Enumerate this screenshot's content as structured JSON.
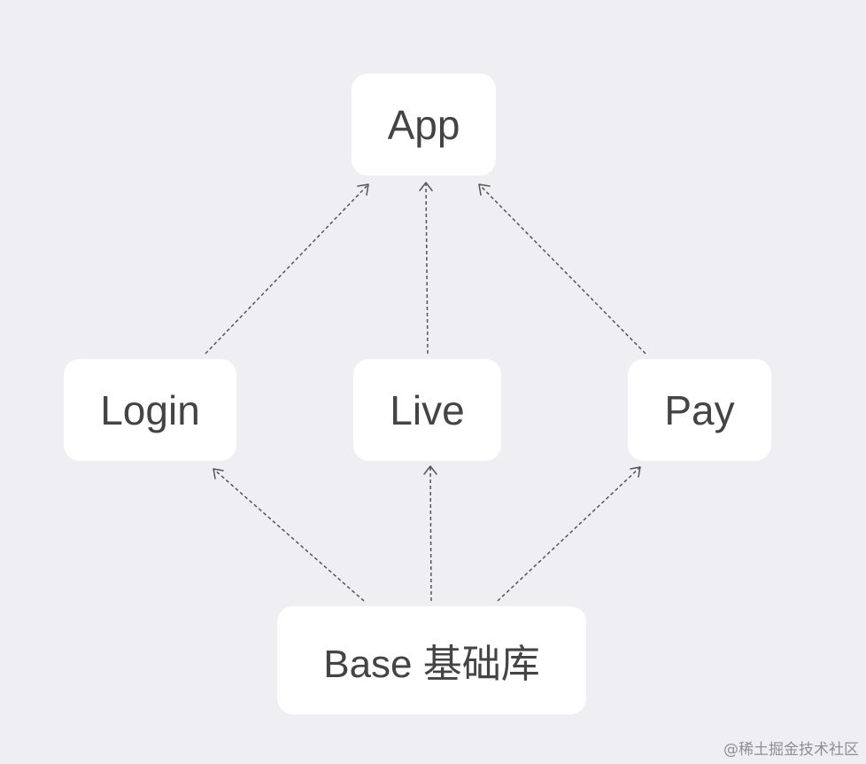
{
  "nodes": {
    "app": "App",
    "login": "Login",
    "live": "Live",
    "pay": "Pay",
    "base": "Base 基础库"
  },
  "edges": [
    {
      "from": "login",
      "to": "app"
    },
    {
      "from": "live",
      "to": "app"
    },
    {
      "from": "pay",
      "to": "app"
    },
    {
      "from": "base",
      "to": "login"
    },
    {
      "from": "base",
      "to": "live"
    },
    {
      "from": "base",
      "to": "pay"
    }
  ],
  "watermark": "@稀土掘金技术社区"
}
